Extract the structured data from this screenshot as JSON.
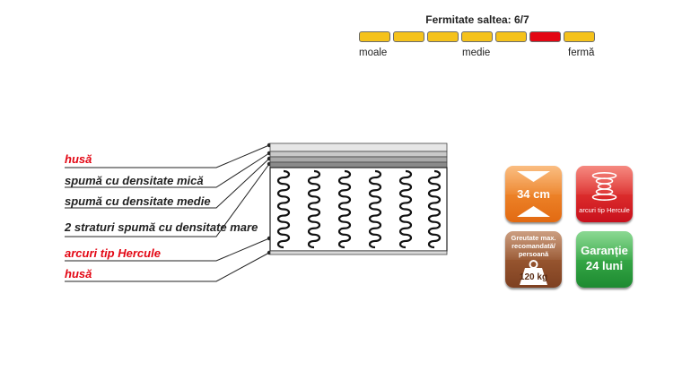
{
  "firmness": {
    "title": "Fermitate saltea: 6/7",
    "level": 6,
    "segments": 7,
    "labels": {
      "low": "moale",
      "mid": "medie",
      "high": "fermă"
    },
    "colors": {
      "normal": "#f5c21b",
      "active": "#e30613"
    }
  },
  "layers": [
    {
      "label": "husă",
      "highlight": true
    },
    {
      "label": "spumă cu densitate mică",
      "highlight": false
    },
    {
      "label": "spumă cu densitate medie",
      "highlight": false
    },
    {
      "label": "2 straturi spumă cu densitate mare",
      "highlight": false
    },
    {
      "label": "arcuri tip Hercule",
      "highlight": true
    },
    {
      "label": "husă",
      "highlight": true
    }
  ],
  "badges": {
    "height": {
      "value": "34 cm",
      "icon": "height-arrows-icon"
    },
    "springs": {
      "label": "arcuri tip Hercule",
      "icon": "spring-coil-icon"
    },
    "weight": {
      "label": "Greutate max. recomandată/ persoană",
      "value": "120 kg",
      "icon": "weight-icon"
    },
    "guarantee": {
      "line1": "Garanție",
      "line2": "24 luni"
    }
  },
  "colors": {
    "accent": "#e30613",
    "orange": "#f07c22",
    "brown": "#8b4a27",
    "green": "#2aa33c"
  }
}
